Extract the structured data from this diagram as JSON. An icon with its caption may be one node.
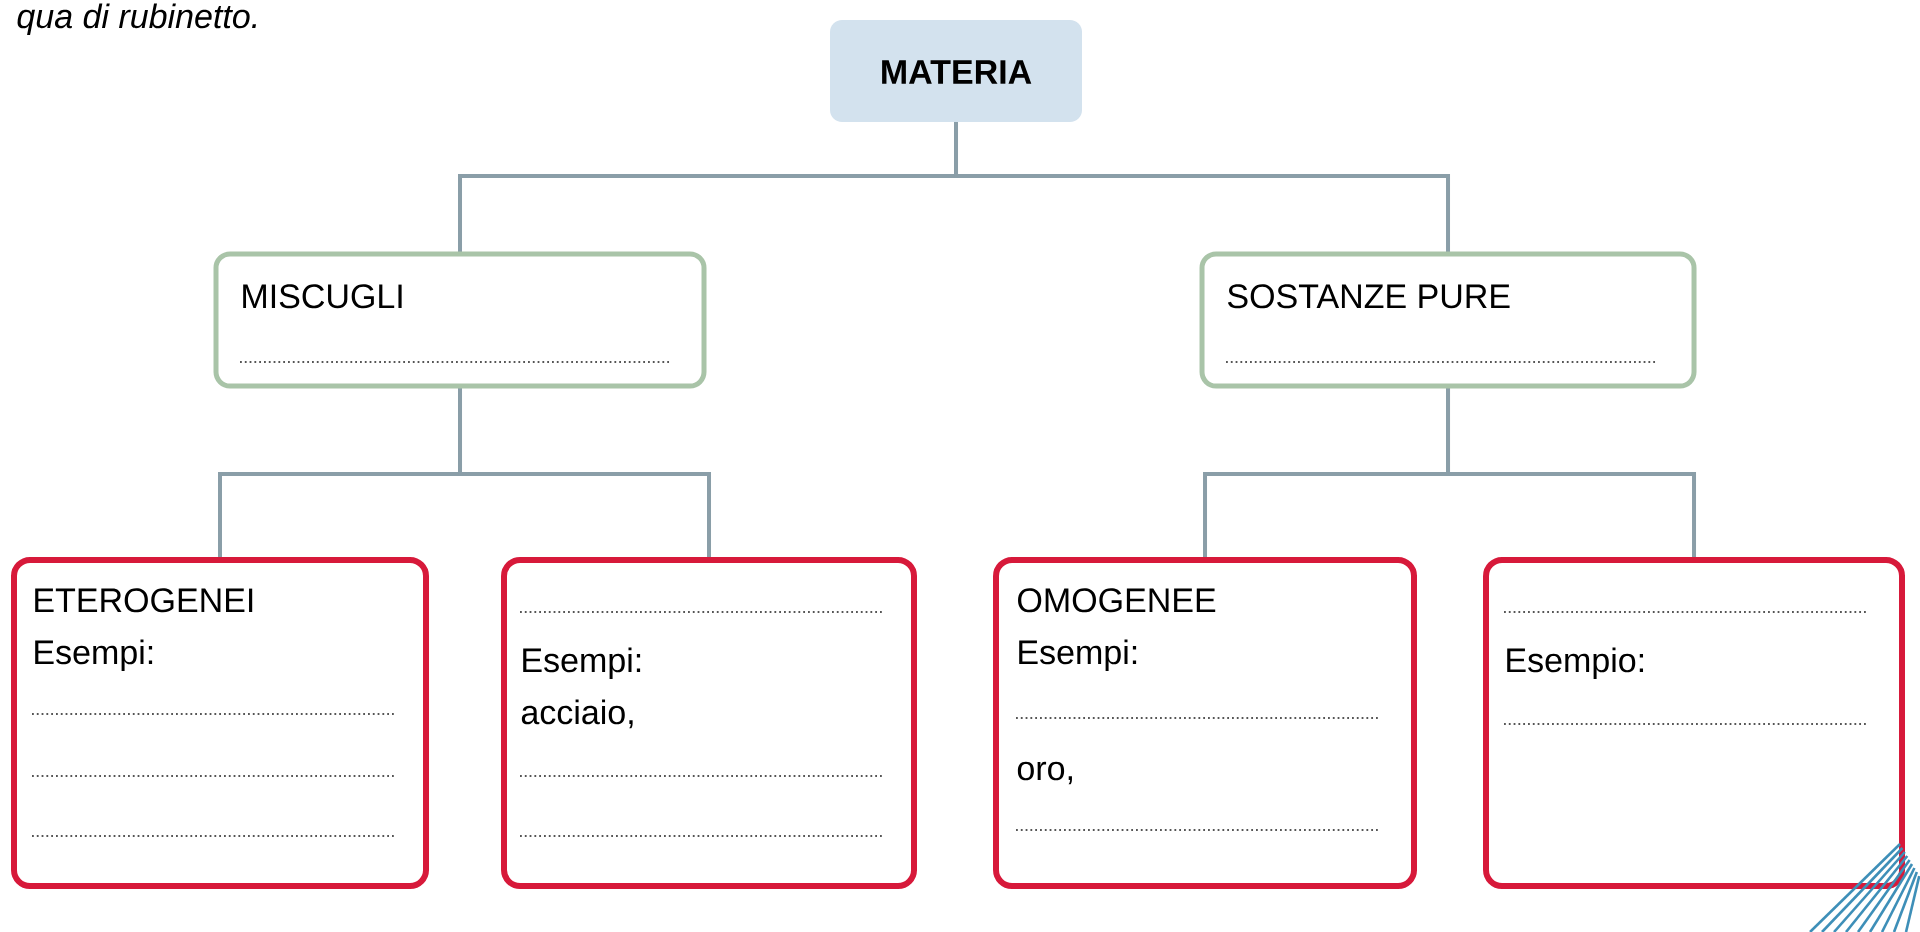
{
  "diagram": {
    "nodes": [
      {
        "text": [
          "MATERIA"
        ]
      },
      {
        "text": [
          "MISCUGLI"
        ]
      },
      {
        "text": [
          "SOSTANZE PURE"
        ]
      },
      {
        "text": [
          "ETEROGENEI",
          "Esempi:"
        ]
      },
      {
        "text": [
          "Esempi:",
          "acciaio,"
        ]
      },
      {
        "text": [
          "OMOGENEE",
          "Esempi:",
          "oro,"
        ]
      },
      {
        "text": [
          "Esempio:"
        ]
      }
    ],
    "edges": [
      {
        "from": 0,
        "to": 1,
        "arrow": "none"
      },
      {
        "from": 0,
        "to": 2,
        "arrow": "none"
      },
      {
        "from": 1,
        "to": 3,
        "arrow": "none"
      },
      {
        "from": 1,
        "to": 4,
        "arrow": "none"
      },
      {
        "from": 2,
        "to": 5,
        "arrow": "none"
      },
      {
        "from": 2,
        "to": 6,
        "arrow": "none"
      }
    ],
    "labels": [
      "qua di rubinetto."
    ]
  }
}
